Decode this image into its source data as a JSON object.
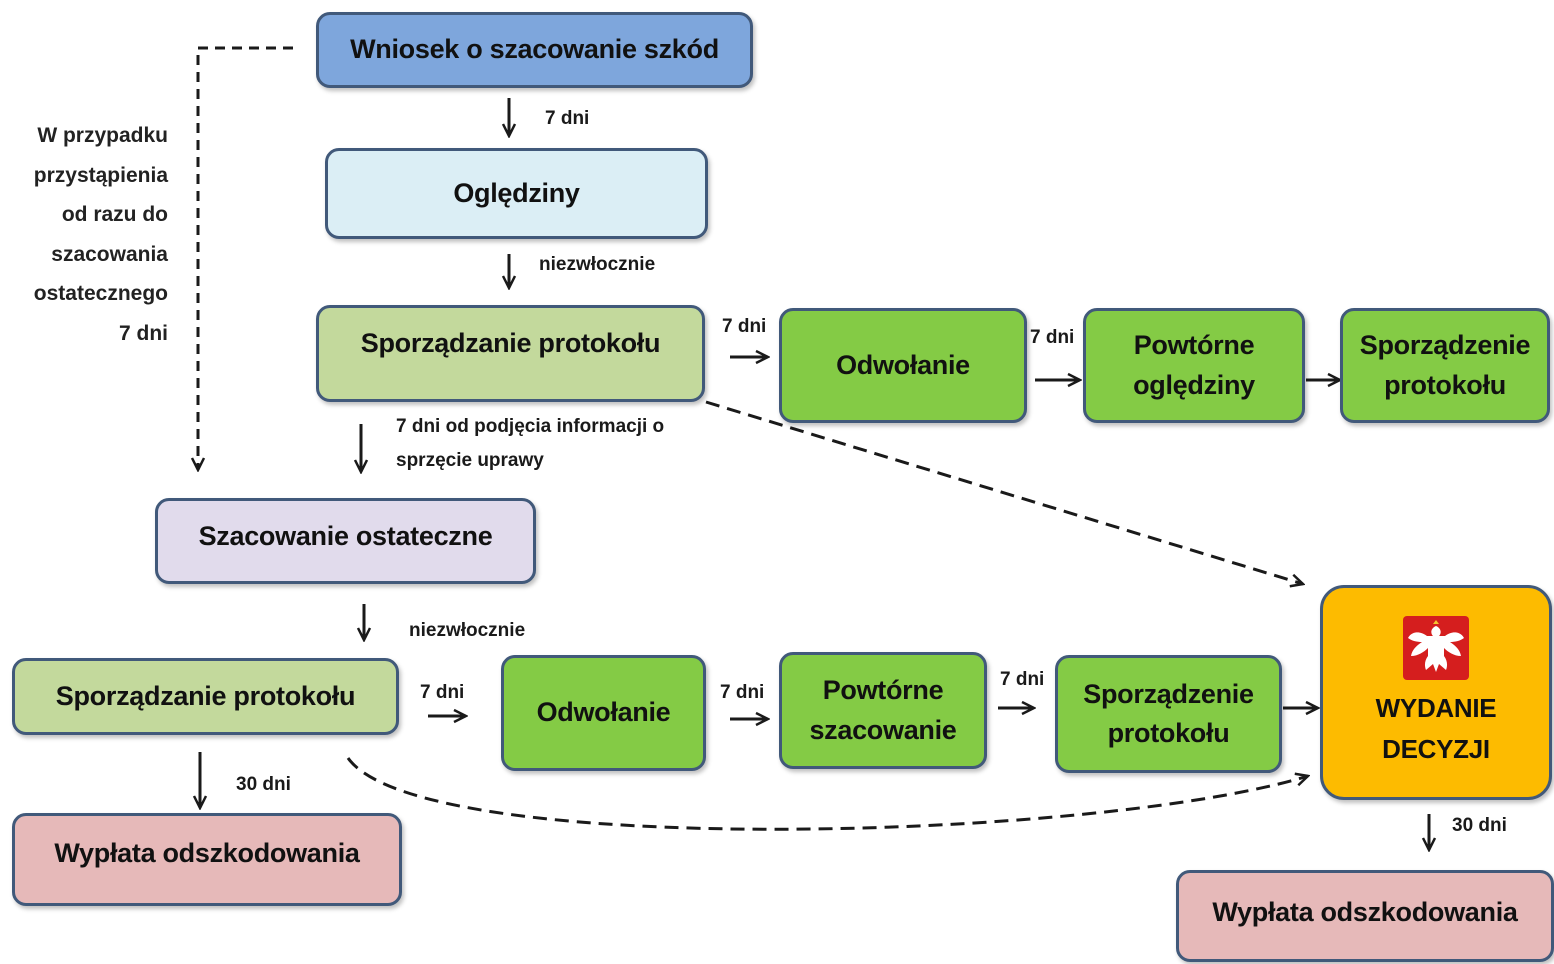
{
  "nodes": {
    "wniosek": "Wniosek o szacowanie szkód",
    "ogledziny": "Oględziny",
    "protokol_1": "Sporządzanie protokołu",
    "odwolanie_1": "Odwołanie",
    "powtorne_ogledziny": [
      "Powtórne",
      "oględziny"
    ],
    "sporzadzenie_1": [
      "Sporządzenie",
      "protokołu"
    ],
    "szacowanie": "Szacowanie ostateczne",
    "protokol_2": "Sporządzanie protokołu",
    "odwolanie_2": "Odwołanie",
    "powtorne_szacowanie": [
      "Powtórne",
      "szacowanie"
    ],
    "sporzadzenie_2": [
      "Sporządzenie",
      "protokołu"
    ],
    "decyzja": [
      "WYDANIE",
      "DECYZJI"
    ],
    "wyplata_1": "Wypłata odszkodowania",
    "wyplata_2": "Wypłata odszkodowania"
  },
  "edge_labels": {
    "wniosek_ogledziny": "7 dni",
    "ogledziny_protokol": "niezwłocznie",
    "protokol_odwolanie": "7 dni",
    "odwolanie_powtorne": "7 dni",
    "protokol_szacowanie": [
      "7 dni od podjęcia informacji o",
      "sprzęcie uprawy"
    ],
    "szacowanie_protokol": "niezwłocznie",
    "protokol2_odwolanie2": "7 dni",
    "odwolanie2_powtorne2": "7 dni",
    "powtorne2_sporzadzenie2": "7 dni",
    "protokol2_wyplata": "30 dni",
    "decyzja_wyplata": "30 dni"
  },
  "side_note": [
    "W przypadku",
    "przystąpienia",
    "od razu do",
    "szacowania",
    "ostatecznego",
    "7 dni"
  ],
  "icons": {
    "decision_emblem": "polish-eagle-emblem-icon"
  },
  "colors": {
    "start": "#7ea6dc",
    "inspection": "#dbeef5",
    "protocol": "#c3d99c",
    "final_estimate": "#e1dbec",
    "appeal": "#84cb45",
    "payout": "#e6b9b9",
    "decision": "#fdbb00",
    "border": "#41597a"
  }
}
